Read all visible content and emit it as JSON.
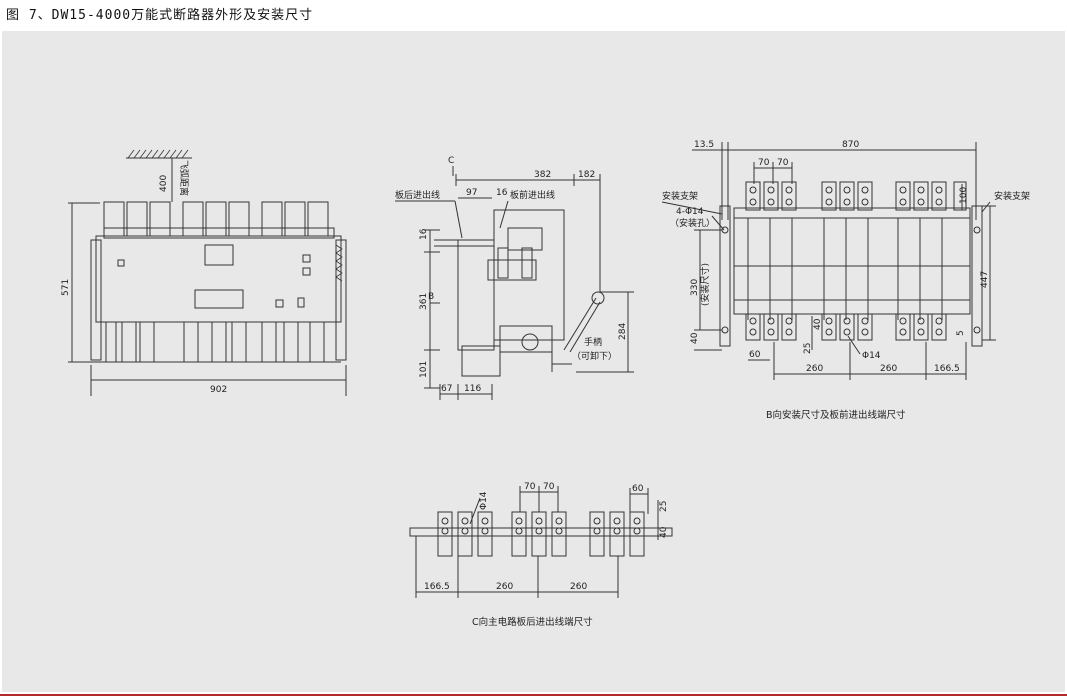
{
  "caption": "图  7、DW15-4000万能式断路器外形及安装尺寸",
  "front_view": {
    "dim_width": "902",
    "dim_height": "571",
    "dim_arc": "400",
    "arc_label": "飞弧距离"
  },
  "side_view": {
    "letter_c": "C",
    "letter_b": "B",
    "dim_382": "382",
    "dim_182": "182",
    "dim_97": "97",
    "dim_16a": "16",
    "dim_16b": "16",
    "dim_361": "361",
    "dim_101": "101",
    "dim_67": "67",
    "dim_116": "116",
    "dim_284": "284",
    "label_rear": "板后进出线",
    "label_front": "板前进出线",
    "label_handle": "手柄",
    "label_detachable": "（可卸下）"
  },
  "b_view": {
    "dim_13_5": "13.5",
    "dim_870": "870",
    "dim_70a": "70",
    "dim_70b": "70",
    "dim_100": "100",
    "dim_330": "330",
    "label_install_hole": "(安装尺寸)",
    "dim_447": "447",
    "dim_40a": "40",
    "dim_40b": "40",
    "dim_25": "25",
    "dim_5": "5",
    "dim_60": "60",
    "dim_260a": "260",
    "dim_260b": "260",
    "dim_166_5": "166.5",
    "dim_phi14": "Φ14",
    "label_bracket_left": "安装支架",
    "label_bracket_right": "安装支架",
    "label_holes": "4-Φ14",
    "label_holes_sub": "（安装孔）",
    "caption": "B向安装尺寸及板前进出线端尺寸"
  },
  "c_view": {
    "dim_phi14": "Φ14",
    "dim_70a": "70",
    "dim_70b": "70",
    "dim_60": "60",
    "dim_25": "25",
    "dim_40": "40",
    "dim_166_5": "166.5",
    "dim_260a": "260",
    "dim_260b": "260",
    "caption": "C向主电路板后进出线端尺寸"
  }
}
